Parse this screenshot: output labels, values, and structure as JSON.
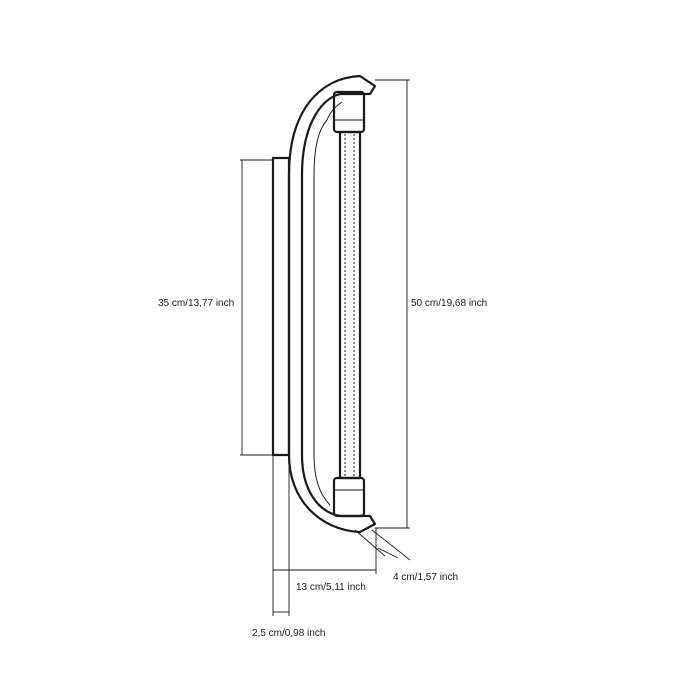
{
  "dimensions": {
    "height_plate": "35 cm/13,77 inch",
    "height_total": "50 cm/19,68 inch",
    "depth_total": "13 cm/5,11 inch",
    "bar_diameter": "4 cm/1,57 inch",
    "plate_thickness": "2,5 cm/0,98 inch"
  },
  "colors": {
    "line": "#1a1a1a",
    "background": "#ffffff"
  }
}
